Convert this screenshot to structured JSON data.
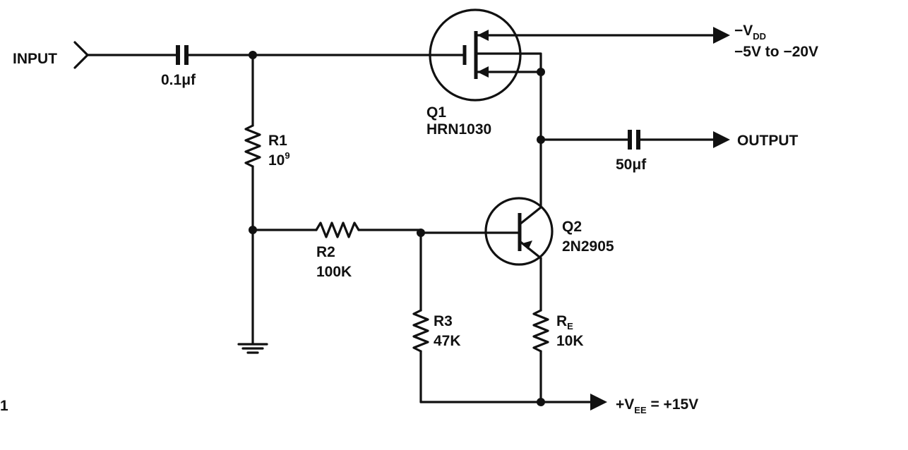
{
  "input": {
    "label": "INPUT"
  },
  "output": {
    "label": "OUTPUT"
  },
  "c_in": {
    "value": "0.1μf"
  },
  "c_out": {
    "value": "50μf"
  },
  "q1": {
    "ref": "Q1",
    "part": "HRN1030"
  },
  "q2": {
    "ref": "Q2",
    "part": "2N2905"
  },
  "r1": {
    "ref": "R1",
    "value_base": "10",
    "value_exp": "9"
  },
  "r2": {
    "ref": "R2",
    "value": "100K"
  },
  "r3": {
    "ref": "R3",
    "value": "47K"
  },
  "re": {
    "ref_main": "R",
    "ref_sub": "E",
    "value": "10K"
  },
  "vdd": {
    "prefix": "−V",
    "sub": "DD",
    "range": "−5V to −20V"
  },
  "vee": {
    "prefix": "+V",
    "sub": "EE",
    "value": " = +15V"
  },
  "figure_number": "1"
}
